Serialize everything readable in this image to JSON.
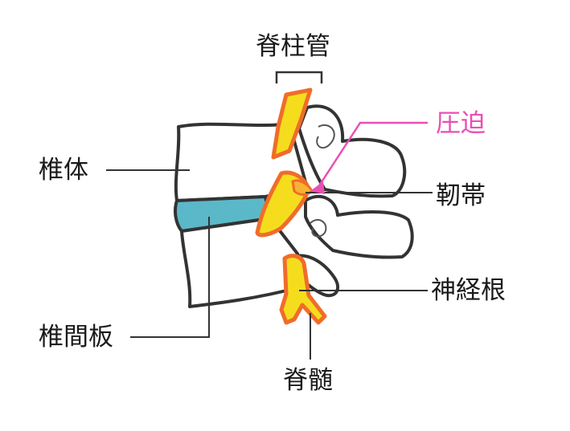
{
  "labels": {
    "spinal_canal": "脊柱管",
    "compression": "圧迫",
    "vertebral_body": "椎体",
    "ligament": "靭帯",
    "nerve_root": "神経根",
    "intervertebral_disc": "椎間板",
    "spinal_cord": "脊髄"
  },
  "colors": {
    "outline": "#333333",
    "disc": "#5bb8c9",
    "nerve_fill": "#f5dd1e",
    "nerve_outline": "#f06c2a",
    "compression_pointer": "#e94fb4",
    "label_text": "#1a1a1a"
  }
}
